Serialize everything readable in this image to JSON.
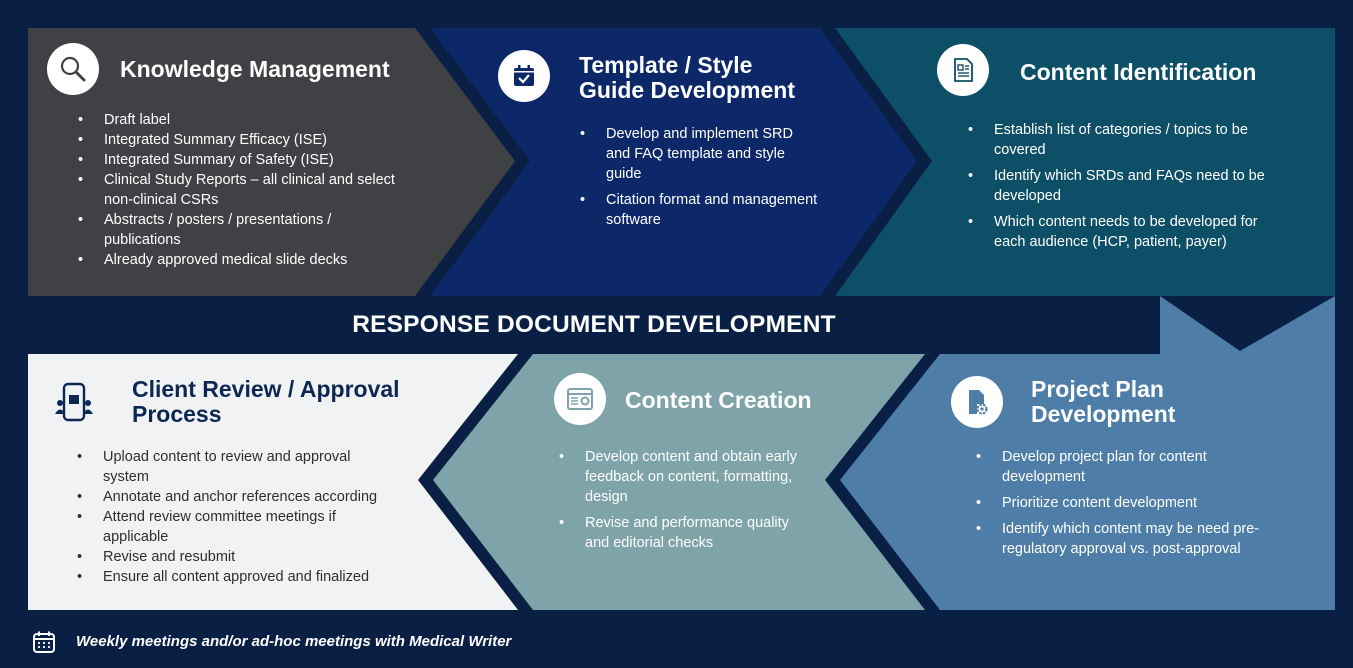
{
  "banner": "RESPONSE DOCUMENT DEVELOPMENT",
  "footer": "Weekly meetings and/or ad-hoc meetings with Medical Writer",
  "colors": {
    "background": "#0a1f44",
    "knowledge": "#3f4144",
    "template": "#0c2868",
    "identification": "#0d4f66",
    "project_plan": "#4e7ea8",
    "content_creation": "#7ea4a9",
    "client_review": "#f1f2f4"
  },
  "panels": {
    "knowledge": {
      "icon": "search-icon",
      "title": "Knowledge Management",
      "bullets": [
        "Draft label",
        "Integrated Summary Efficacy (ISE)",
        "Integrated Summary of Safety (ISE)",
        "Clinical Study Reports – all clinical and select non-clinical CSRs",
        "Abstracts / posters / presentations / publications",
        "Already approved medical slide decks"
      ]
    },
    "template": {
      "icon": "calendar-check-icon",
      "title": "Template / Style Guide Development",
      "bullets": [
        "Develop and implement SRD and FAQ template and style guide",
        "Citation format and management software"
      ]
    },
    "identification": {
      "icon": "document-icon",
      "title": "Content Identification",
      "bullets": [
        "Establish list of categories / topics to be covered",
        "Identify which SRDs and FAQs need to be developed",
        "Which content needs to be developed for each audience (HCP, patient, payer)"
      ]
    },
    "project_plan": {
      "icon": "document-gear-icon",
      "title": "Project Plan Development",
      "bullets": [
        "Develop project plan for content development",
        "Prioritize content development",
        "Identify which content may be need pre- regulatory approval vs. post-approval"
      ]
    },
    "content_creation": {
      "icon": "web-content-icon",
      "title": "Content Creation",
      "bullets": [
        "Develop content and obtain early feedback on content, formatting, design",
        "Revise and performance quality and editorial checks"
      ]
    },
    "client_review": {
      "icon": "approval-phone-icon",
      "title": "Client Review / Approval Process",
      "bullets": [
        "Upload content to review and approval system",
        "Annotate and anchor references according",
        "Attend review committee meetings if applicable",
        "Revise and resubmit",
        "Ensure all content approved and finalized"
      ]
    }
  }
}
